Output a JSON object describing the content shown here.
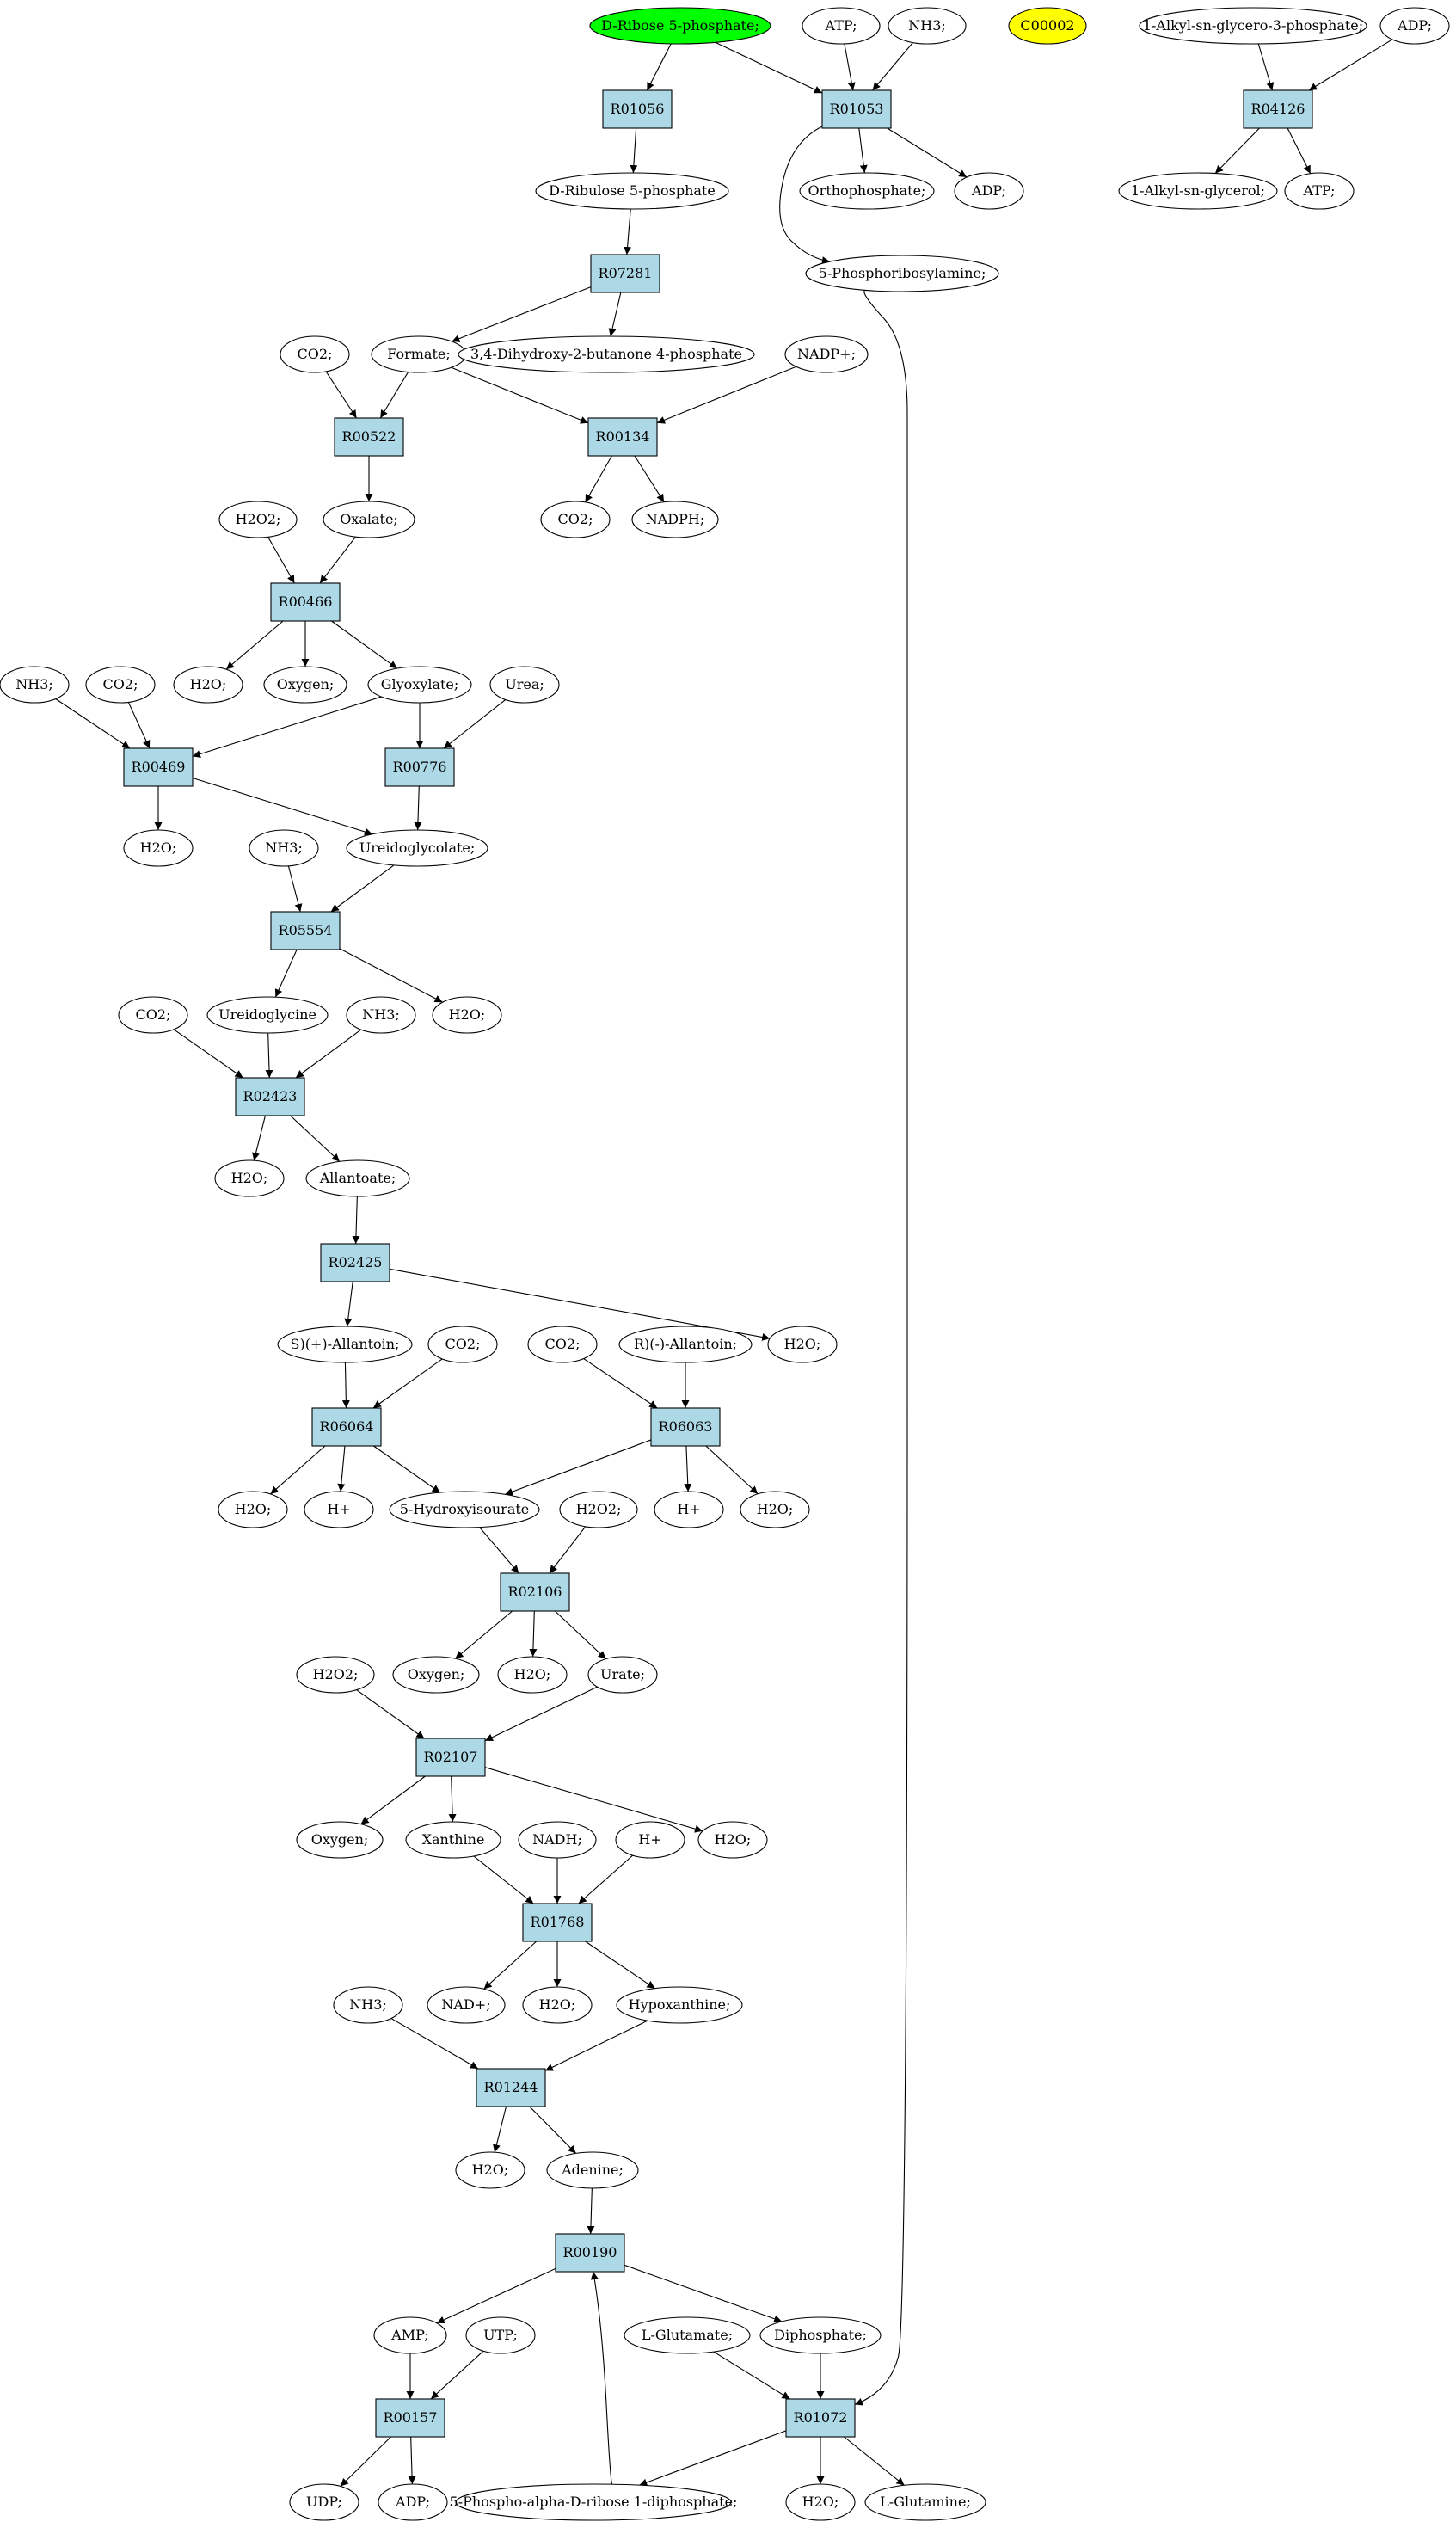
{
  "colors": {
    "reaction_fill": "#add8e6",
    "compound_fill": "#ffffff",
    "start_fill": "#00ff00",
    "orphan_fill": "#ffff00",
    "stroke": "#000000"
  },
  "graph": {
    "nodes": [
      {
        "id": "c_ribose5p",
        "kind": "compound",
        "label": "D-Ribose 5-phosphate;",
        "style": "start"
      },
      {
        "id": "c_atp1",
        "kind": "compound",
        "label": "ATP;"
      },
      {
        "id": "c_nh3_1",
        "kind": "compound",
        "label": "NH3;"
      },
      {
        "id": "c_c00002",
        "kind": "compound",
        "label": "C00002",
        "style": "orphan"
      },
      {
        "id": "c_alkylg3p",
        "kind": "compound",
        "label": "1-Alkyl-sn-glycero-3-phosphate;"
      },
      {
        "id": "c_adp1",
        "kind": "compound",
        "label": "ADP;"
      },
      {
        "id": "r_R01056",
        "kind": "reaction",
        "label": "R01056"
      },
      {
        "id": "r_R01053",
        "kind": "reaction",
        "label": "R01053"
      },
      {
        "id": "r_R04126",
        "kind": "reaction",
        "label": "R04126"
      },
      {
        "id": "c_ribulose5p",
        "kind": "compound",
        "label": "D-Ribulose 5-phosphate"
      },
      {
        "id": "c_orthophos",
        "kind": "compound",
        "label": "Orthophosphate;"
      },
      {
        "id": "c_adp2",
        "kind": "compound",
        "label": "ADP;"
      },
      {
        "id": "c_alkylglycerol",
        "kind": "compound",
        "label": "1-Alkyl-sn-glycerol;"
      },
      {
        "id": "c_atp2",
        "kind": "compound",
        "label": "ATP;"
      },
      {
        "id": "r_R07281",
        "kind": "reaction",
        "label": "R07281"
      },
      {
        "id": "c_prpa",
        "kind": "compound",
        "label": "5-Phosphoribosylamine;"
      },
      {
        "id": "c_co2_1",
        "kind": "compound",
        "label": "CO2;"
      },
      {
        "id": "c_formate",
        "kind": "compound",
        "label": "Formate;"
      },
      {
        "id": "c_dhbp",
        "kind": "compound",
        "label": "3,4-Dihydroxy-2-butanone 4-phosphate"
      },
      {
        "id": "c_nadp",
        "kind": "compound",
        "label": "NADP+;"
      },
      {
        "id": "r_R00522",
        "kind": "reaction",
        "label": "R00522"
      },
      {
        "id": "r_R00134",
        "kind": "reaction",
        "label": "R00134"
      },
      {
        "id": "c_h2o2_1",
        "kind": "compound",
        "label": "H2O2;"
      },
      {
        "id": "c_oxalate",
        "kind": "compound",
        "label": "Oxalate;"
      },
      {
        "id": "c_co2_2",
        "kind": "compound",
        "label": "CO2;"
      },
      {
        "id": "c_nadph",
        "kind": "compound",
        "label": "NADPH;"
      },
      {
        "id": "r_R00466",
        "kind": "reaction",
        "label": "R00466"
      },
      {
        "id": "c_nh3_2",
        "kind": "compound",
        "label": "NH3;"
      },
      {
        "id": "c_co2_3",
        "kind": "compound",
        "label": "CO2;"
      },
      {
        "id": "c_h2o_1",
        "kind": "compound",
        "label": "H2O;"
      },
      {
        "id": "c_oxygen_1",
        "kind": "compound",
        "label": "Oxygen;"
      },
      {
        "id": "c_glyoxylate",
        "kind": "compound",
        "label": "Glyoxylate;"
      },
      {
        "id": "c_urea",
        "kind": "compound",
        "label": "Urea;"
      },
      {
        "id": "r_R00469",
        "kind": "reaction",
        "label": "R00469"
      },
      {
        "id": "r_R00776",
        "kind": "reaction",
        "label": "R00776"
      },
      {
        "id": "c_h2o_2",
        "kind": "compound",
        "label": "H2O;"
      },
      {
        "id": "c_nh3_3",
        "kind": "compound",
        "label": "NH3;"
      },
      {
        "id": "c_ureidoglycolate",
        "kind": "compound",
        "label": "Ureidoglycolate;"
      },
      {
        "id": "r_R05554",
        "kind": "reaction",
        "label": "R05554"
      },
      {
        "id": "c_co2_4",
        "kind": "compound",
        "label": "CO2;"
      },
      {
        "id": "c_ureidoglycine",
        "kind": "compound",
        "label": "Ureidoglycine"
      },
      {
        "id": "c_nh3_4",
        "kind": "compound",
        "label": "NH3;"
      },
      {
        "id": "c_h2o_3",
        "kind": "compound",
        "label": "H2O;"
      },
      {
        "id": "r_R02423",
        "kind": "reaction",
        "label": "R02423"
      },
      {
        "id": "c_h2o_4",
        "kind": "compound",
        "label": "H2O;"
      },
      {
        "id": "c_allantoate",
        "kind": "compound",
        "label": "Allantoate;"
      },
      {
        "id": "r_R02425",
        "kind": "reaction",
        "label": "R02425"
      },
      {
        "id": "c_s_allantoin",
        "kind": "compound",
        "label": "S)(+)-Allantoin;"
      },
      {
        "id": "c_co2_5",
        "kind": "compound",
        "label": "CO2;"
      },
      {
        "id": "c_co2_6",
        "kind": "compound",
        "label": "CO2;"
      },
      {
        "id": "c_r_allantoin",
        "kind": "compound",
        "label": "R)(-)-Allantoin;"
      },
      {
        "id": "c_h2o_5",
        "kind": "compound",
        "label": "H2O;"
      },
      {
        "id": "r_R06064",
        "kind": "reaction",
        "label": "R06064"
      },
      {
        "id": "r_R06063",
        "kind": "reaction",
        "label": "R06063"
      },
      {
        "id": "c_h2o_6",
        "kind": "compound",
        "label": "H2O;"
      },
      {
        "id": "c_hplus_1",
        "kind": "compound",
        "label": "H+"
      },
      {
        "id": "c_hiu",
        "kind": "compound",
        "label": "5-Hydroxyisourate"
      },
      {
        "id": "c_h2o2_2",
        "kind": "compound",
        "label": "H2O2;"
      },
      {
        "id": "c_hplus_2",
        "kind": "compound",
        "label": "H+"
      },
      {
        "id": "c_h2o_7",
        "kind": "compound",
        "label": "H2O;"
      },
      {
        "id": "r_R02106",
        "kind": "reaction",
        "label": "R02106"
      },
      {
        "id": "c_h2o2_3",
        "kind": "compound",
        "label": "H2O2;"
      },
      {
        "id": "c_oxygen_2",
        "kind": "compound",
        "label": "Oxygen;"
      },
      {
        "id": "c_h2o_8",
        "kind": "compound",
        "label": "H2O;"
      },
      {
        "id": "c_urate",
        "kind": "compound",
        "label": "Urate;"
      },
      {
        "id": "r_R02107",
        "kind": "reaction",
        "label": "R02107"
      },
      {
        "id": "c_oxygen_3",
        "kind": "compound",
        "label": "Oxygen;"
      },
      {
        "id": "c_xanthine",
        "kind": "compound",
        "label": "Xanthine"
      },
      {
        "id": "c_nadh",
        "kind": "compound",
        "label": "NADH;"
      },
      {
        "id": "c_hplus_3",
        "kind": "compound",
        "label": "H+"
      },
      {
        "id": "c_h2o_9",
        "kind": "compound",
        "label": "H2O;"
      },
      {
        "id": "r_R01768",
        "kind": "reaction",
        "label": "R01768"
      },
      {
        "id": "c_nh3_5",
        "kind": "compound",
        "label": "NH3;"
      },
      {
        "id": "c_nad",
        "kind": "compound",
        "label": "NAD+;"
      },
      {
        "id": "c_h2o_10",
        "kind": "compound",
        "label": "H2O;"
      },
      {
        "id": "c_hypoxanthine",
        "kind": "compound",
        "label": "Hypoxanthine;"
      },
      {
        "id": "r_R01244",
        "kind": "reaction",
        "label": "R01244"
      },
      {
        "id": "c_h2o_11",
        "kind": "compound",
        "label": "H2O;"
      },
      {
        "id": "c_adenine",
        "kind": "compound",
        "label": "Adenine;"
      },
      {
        "id": "r_R00190",
        "kind": "reaction",
        "label": "R00190"
      },
      {
        "id": "c_amp",
        "kind": "compound",
        "label": "AMP;"
      },
      {
        "id": "c_utp",
        "kind": "compound",
        "label": "UTP;"
      },
      {
        "id": "c_glutamate",
        "kind": "compound",
        "label": "L-Glutamate;"
      },
      {
        "id": "c_diphosphate",
        "kind": "compound",
        "label": "Diphosphate;"
      },
      {
        "id": "r_R00157",
        "kind": "reaction",
        "label": "R00157"
      },
      {
        "id": "r_R01072",
        "kind": "reaction",
        "label": "R01072"
      },
      {
        "id": "c_udp",
        "kind": "compound",
        "label": "UDP;"
      },
      {
        "id": "c_adp3",
        "kind": "compound",
        "label": "ADP;"
      },
      {
        "id": "c_prpp",
        "kind": "compound",
        "label": "5-Phospho-alpha-D-ribose 1-diphosphate;"
      },
      {
        "id": "c_h2o_12",
        "kind": "compound",
        "label": "H2O;"
      },
      {
        "id": "c_glutamine",
        "kind": "compound",
        "label": "L-Glutamine;"
      }
    ],
    "edges": [
      [
        "c_ribose5p",
        "r_R01056"
      ],
      [
        "c_ribose5p",
        "r_R01053"
      ],
      [
        "c_atp1",
        "r_R01053"
      ],
      [
        "c_nh3_1",
        "r_R01053"
      ],
      [
        "c_alkylg3p",
        "r_R04126"
      ],
      [
        "c_adp1",
        "r_R04126"
      ],
      [
        "r_R01056",
        "c_ribulose5p"
      ],
      [
        "r_R01053",
        "c_orthophos"
      ],
      [
        "r_R01053",
        "c_adp2"
      ],
      [
        "r_R01053",
        "c_prpa"
      ],
      [
        "r_R04126",
        "c_alkylglycerol"
      ],
      [
        "r_R04126",
        "c_atp2"
      ],
      [
        "c_ribulose5p",
        "r_R07281"
      ],
      [
        "r_R07281",
        "c_formate"
      ],
      [
        "r_R07281",
        "c_dhbp"
      ],
      [
        "c_co2_1",
        "r_R00522"
      ],
      [
        "c_formate",
        "r_R00522"
      ],
      [
        "c_formate",
        "r_R00134"
      ],
      [
        "c_nadp",
        "r_R00134"
      ],
      [
        "r_R00522",
        "c_oxalate"
      ],
      [
        "r_R00134",
        "c_co2_2"
      ],
      [
        "r_R00134",
        "c_nadph"
      ],
      [
        "c_h2o2_1",
        "r_R00466"
      ],
      [
        "c_oxalate",
        "r_R00466"
      ],
      [
        "r_R00466",
        "c_h2o_1"
      ],
      [
        "r_R00466",
        "c_oxygen_1"
      ],
      [
        "r_R00466",
        "c_glyoxylate"
      ],
      [
        "c_nh3_2",
        "r_R00469"
      ],
      [
        "c_co2_3",
        "r_R00469"
      ],
      [
        "c_glyoxylate",
        "r_R00469"
      ],
      [
        "c_glyoxylate",
        "r_R00776"
      ],
      [
        "c_urea",
        "r_R00776"
      ],
      [
        "r_R00469",
        "c_h2o_2"
      ],
      [
        "r_R00469",
        "c_ureidoglycolate"
      ],
      [
        "r_R00776",
        "c_ureidoglycolate"
      ],
      [
        "c_nh3_3",
        "r_R05554"
      ],
      [
        "c_ureidoglycolate",
        "r_R05554"
      ],
      [
        "r_R05554",
        "c_ureidoglycine"
      ],
      [
        "r_R05554",
        "c_h2o_3"
      ],
      [
        "c_co2_4",
        "r_R02423"
      ],
      [
        "c_ureidoglycine",
        "r_R02423"
      ],
      [
        "c_nh3_4",
        "r_R02423"
      ],
      [
        "r_R02423",
        "c_h2o_4"
      ],
      [
        "r_R02423",
        "c_allantoate"
      ],
      [
        "c_allantoate",
        "r_R02425"
      ],
      [
        "r_R02425",
        "c_s_allantoin"
      ],
      [
        "r_R02425",
        "c_h2o_5"
      ],
      [
        "c_s_allantoin",
        "r_R06064"
      ],
      [
        "c_co2_5",
        "r_R06064"
      ],
      [
        "c_co2_6",
        "r_R06063"
      ],
      [
        "c_r_allantoin",
        "r_R06063"
      ],
      [
        "r_R06064",
        "c_h2o_6"
      ],
      [
        "r_R06064",
        "c_hplus_1"
      ],
      [
        "r_R06064",
        "c_hiu"
      ],
      [
        "r_R06063",
        "c_hiu"
      ],
      [
        "r_R06063",
        "c_hplus_2"
      ],
      [
        "r_R06063",
        "c_h2o_7"
      ],
      [
        "c_hiu",
        "r_R02106"
      ],
      [
        "c_h2o2_2",
        "r_R02106"
      ],
      [
        "r_R02106",
        "c_oxygen_2"
      ],
      [
        "r_R02106",
        "c_h2o_8"
      ],
      [
        "r_R02106",
        "c_urate"
      ],
      [
        "c_h2o2_3",
        "r_R02107"
      ],
      [
        "c_urate",
        "r_R02107"
      ],
      [
        "r_R02107",
        "c_oxygen_3"
      ],
      [
        "r_R02107",
        "c_xanthine"
      ],
      [
        "r_R02107",
        "c_h2o_9"
      ],
      [
        "c_xanthine",
        "r_R01768"
      ],
      [
        "c_nadh",
        "r_R01768"
      ],
      [
        "c_hplus_3",
        "r_R01768"
      ],
      [
        "r_R01768",
        "c_nad"
      ],
      [
        "r_R01768",
        "c_h2o_10"
      ],
      [
        "r_R01768",
        "c_hypoxanthine"
      ],
      [
        "c_nh3_5",
        "r_R01244"
      ],
      [
        "c_hypoxanthine",
        "r_R01244"
      ],
      [
        "r_R01244",
        "c_h2o_11"
      ],
      [
        "r_R01244",
        "c_adenine"
      ],
      [
        "c_adenine",
        "r_R00190"
      ],
      [
        "c_prpp",
        "r_R00190"
      ],
      [
        "r_R00190",
        "c_amp"
      ],
      [
        "r_R00190",
        "c_diphosphate"
      ],
      [
        "c_amp",
        "r_R00157"
      ],
      [
        "c_utp",
        "r_R00157"
      ],
      [
        "r_R00157",
        "c_udp"
      ],
      [
        "r_R00157",
        "c_adp3"
      ],
      [
        "c_prpa",
        "r_R01072"
      ],
      [
        "c_glutamate",
        "r_R01072"
      ],
      [
        "c_diphosphate",
        "r_R01072"
      ],
      [
        "r_R01072",
        "c_prpp"
      ],
      [
        "r_R01072",
        "c_h2o_12"
      ],
      [
        "r_R01072",
        "c_glutamine"
      ]
    ]
  }
}
